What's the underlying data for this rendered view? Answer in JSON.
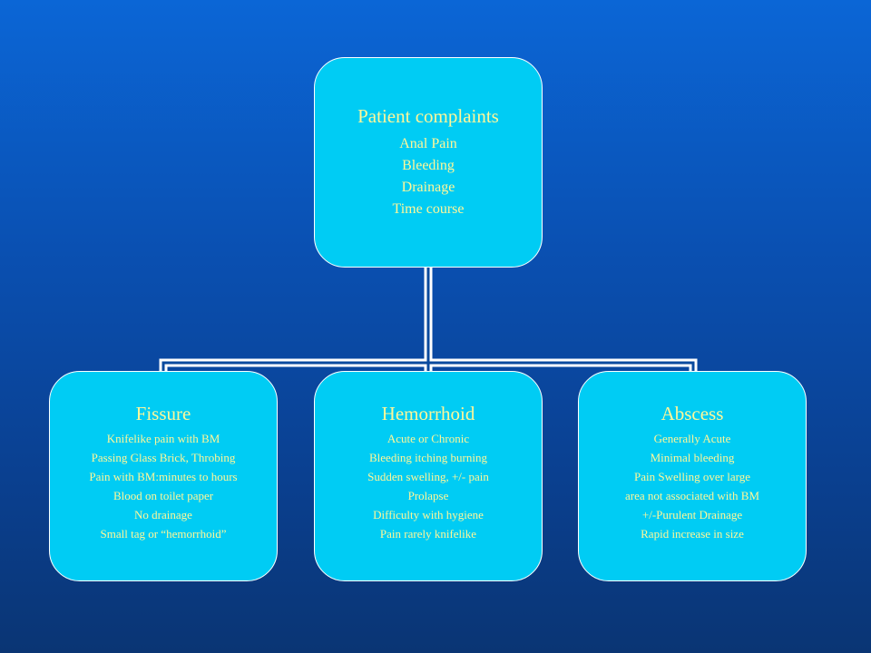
{
  "colors": {
    "background_top": "#0b66d6",
    "background_bottom": "#0a3574",
    "node_fill": "#00ccf4",
    "node_text": "#fff799",
    "connector": "#ffffff"
  },
  "root": {
    "title": "Patient complaints",
    "lines": [
      "Anal Pain",
      "Bleeding",
      "Drainage",
      "Time course"
    ]
  },
  "children": [
    {
      "title": "Fissure",
      "lines": [
        "Knifelike pain with BM",
        "Passing Glass Brick, Throbing",
        "Pain with BM:minutes to hours",
        "Blood on toilet paper",
        "No drainage",
        "Small tag or “hemorrhoid”"
      ]
    },
    {
      "title": "Hemorrhoid",
      "lines": [
        "Acute or Chronic",
        "Bleeding itching burning",
        "Sudden swelling, +/- pain",
        "Prolapse",
        "Difficulty with hygiene",
        "Pain rarely knifelike"
      ]
    },
    {
      "title": "Abscess",
      "lines": [
        "Generally Acute",
        "Minimal bleeding",
        "Pain Swelling over large",
        "area not associated with BM",
        "+/-Purulent Drainage",
        "Rapid increase in size"
      ]
    }
  ]
}
